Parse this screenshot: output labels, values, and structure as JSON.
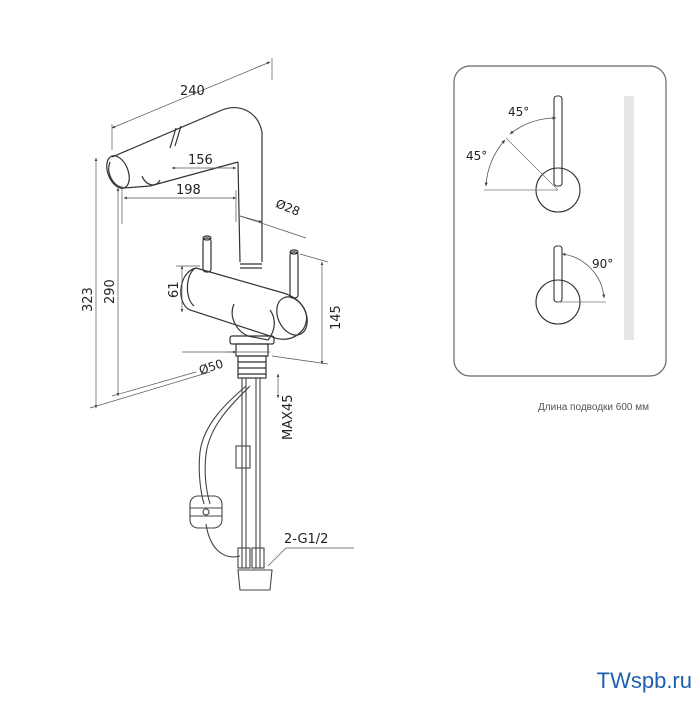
{
  "dimensions": {
    "width_total": "240",
    "spout_inner": "156",
    "spout_reach": "198",
    "pipe_diameter": "Ø28",
    "height_total": "323",
    "height_spout": "290",
    "lever_height": "61",
    "body_height": "145",
    "base_diameter": "Ø50",
    "countertop_max": "MAX45",
    "connection": "2-G1/2"
  },
  "lever_panel": {
    "angle_top": "45°",
    "angle_left": "45°",
    "angle_right": "90°"
  },
  "caption": "Длина подводки 600 мм",
  "brand": "TWspb.ru",
  "colors": {
    "line": "#333333",
    "dim_line": "#555555",
    "brand": "#1f5fb0",
    "panel_border": "#666666",
    "panel_strip": "#e6e6e6"
  }
}
